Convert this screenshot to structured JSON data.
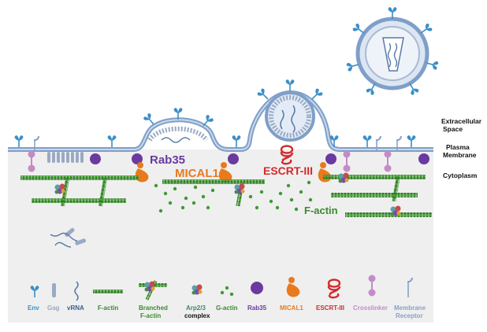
{
  "region_labels": {
    "extracellular": [
      "Extracellular",
      "Space"
    ],
    "plasma_membrane": [
      "Plasma",
      "Membrane"
    ],
    "cytoplasm": "Cytoplasm"
  },
  "protein_labels": {
    "rab35": "Rab35",
    "mical1": "MICAL1",
    "escrt": "ESCRT-III",
    "factin": "F-actin"
  },
  "legend": {
    "env": "Env",
    "gag": "Gag",
    "vrna": "vRNA",
    "factin": "F-actin",
    "branched": [
      "Branched",
      "F-actin"
    ],
    "arp": "Arp2/3",
    "complex": "complex",
    "gactin": "G-actin",
    "rab35": "Rab35",
    "mical1": "MICAL1",
    "escrt": "ESCRT-III",
    "crosslinker": "Crosslinker",
    "receptor": [
      "Membrane",
      "Receptor"
    ]
  },
  "colors": {
    "membrane": "#7f9fc8",
    "env": "#3a8fc8",
    "gag": "#9aaac4",
    "vrna": "#5a7aa8",
    "factin": "#3a8a2e",
    "gactin": "#3f9a35",
    "rab35": "#6a3aa0",
    "mical1": "#e87a1e",
    "escrt": "#d42a2a",
    "crosslinker": "#c38bc8",
    "receptor": "#8aa0c8",
    "arp": "#5aa0a8"
  }
}
